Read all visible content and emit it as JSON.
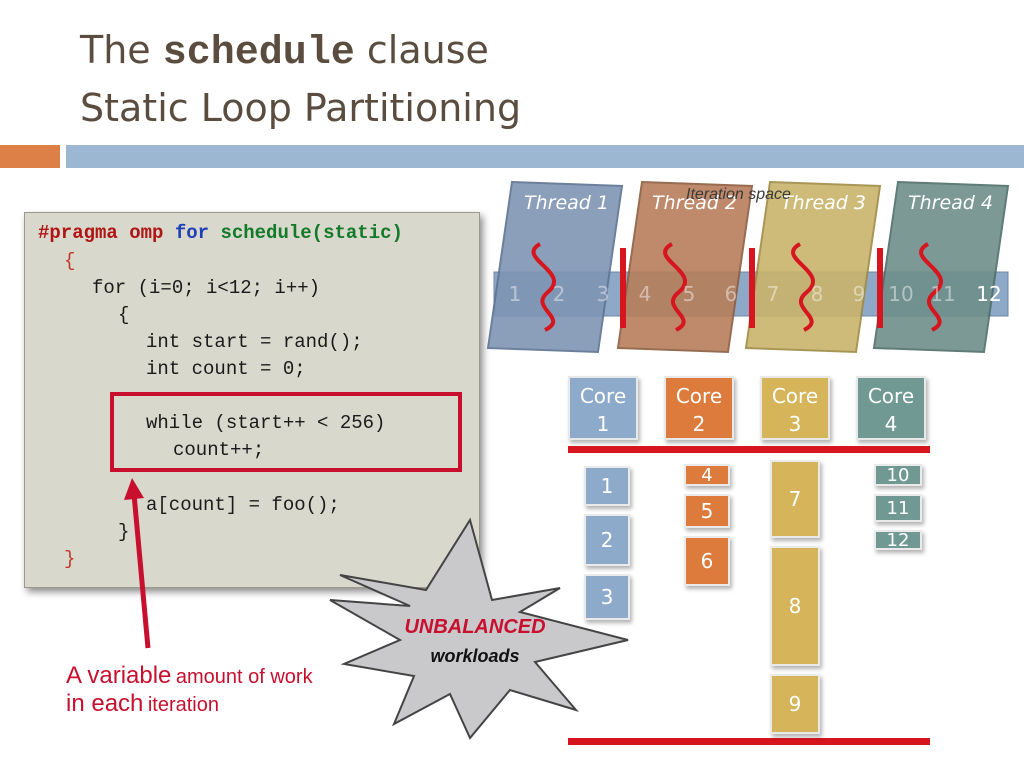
{
  "title": {
    "prefix": "The",
    "keyword": "schedule",
    "suffix": "clause",
    "subtitle": "Static Loop Partitioning"
  },
  "code": {
    "pragma": "#pragma omp",
    "for_kw": "for",
    "schedule": "schedule(static)",
    "open_brace": "{",
    "for_loop": "for (i=0; i<12; i++)",
    "inner_open": "{",
    "start_decl": "int start = rand();",
    "count_decl": "int count = 0;",
    "while_line": "while (start++ < 256)",
    "count_inc": "count++;",
    "assign_line": "a[count] = foo();",
    "inner_close": "}",
    "close_brace": "}"
  },
  "callout": {
    "line1_big": "A variable",
    "line1_small": "amount of work",
    "line2_big": "in each",
    "line2_small": "iteration"
  },
  "diagram": {
    "iteration_space_label": "Iteration space",
    "threads": [
      {
        "label": "Thread 1",
        "color": "#7f95b3"
      },
      {
        "label": "Thread 2",
        "color": "#b77e5b"
      },
      {
        "label": "Thread 3",
        "color": "#c9b46c"
      },
      {
        "label": "Thread 4",
        "color": "#6e8f8a"
      }
    ],
    "iterations": [
      "1",
      "2",
      "3",
      "4",
      "5",
      "6",
      "7",
      "8",
      "9",
      "10",
      "11",
      "12"
    ],
    "cores": [
      {
        "line1": "Core",
        "line2": "1",
        "color": "#8eaacb"
      },
      {
        "line1": "Core",
        "line2": "2",
        "color": "#dd7b3c"
      },
      {
        "line1": "Core",
        "line2": "3",
        "color": "#d6b459"
      },
      {
        "line1": "Core",
        "line2": "4",
        "color": "#6f9992"
      }
    ],
    "tasks": {
      "core1": [
        "1",
        "2",
        "3"
      ],
      "core2": [
        "4",
        "5",
        "6"
      ],
      "core3": [
        "7",
        "8",
        "9"
      ],
      "core4": [
        "10",
        "11",
        "12"
      ]
    },
    "burst_text1": "UNBALANCED",
    "burst_text2": "workloads",
    "accent_red": "#d6151e"
  }
}
